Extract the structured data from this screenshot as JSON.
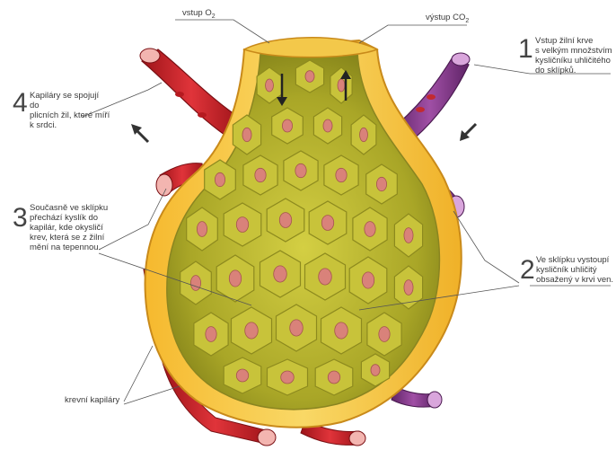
{
  "labels": {
    "o2_in": "vstup O",
    "o2_sub": "2",
    "co2_out": "výstup CO",
    "co2_sub": "2",
    "step1_num": "1",
    "step1_text": "Vstup žilní krve\ns velkým množstvím\nkysličníku uhličitého\ndo sklípků.",
    "step2_num": "2",
    "step2_text": "Ve sklípku vystoupí\nkysličník uhličitý\nobsažený v krvi ven.",
    "step3_num": "3",
    "step3_text": "Současně ve sklípku\npřechází kyslík do\nkapilár, kde okysličí\nkrev, která se z žilní\nmění na tepennou.",
    "step4_num": "4",
    "step4_text": "Kapiláry se spojují do\nplicních žil, které míří\nk srdci.",
    "capillary": "krevní kapiláry"
  },
  "colors": {
    "alveolus_wall": "#f2c24a",
    "alveolus_inner": "#b9b52c",
    "cell_fill": "#c8c33a",
    "cell_nucleus": "#d9827a",
    "artery_red": "#d1242a",
    "vein_purple": "#8c3a8e",
    "leader_line": "#555555"
  }
}
